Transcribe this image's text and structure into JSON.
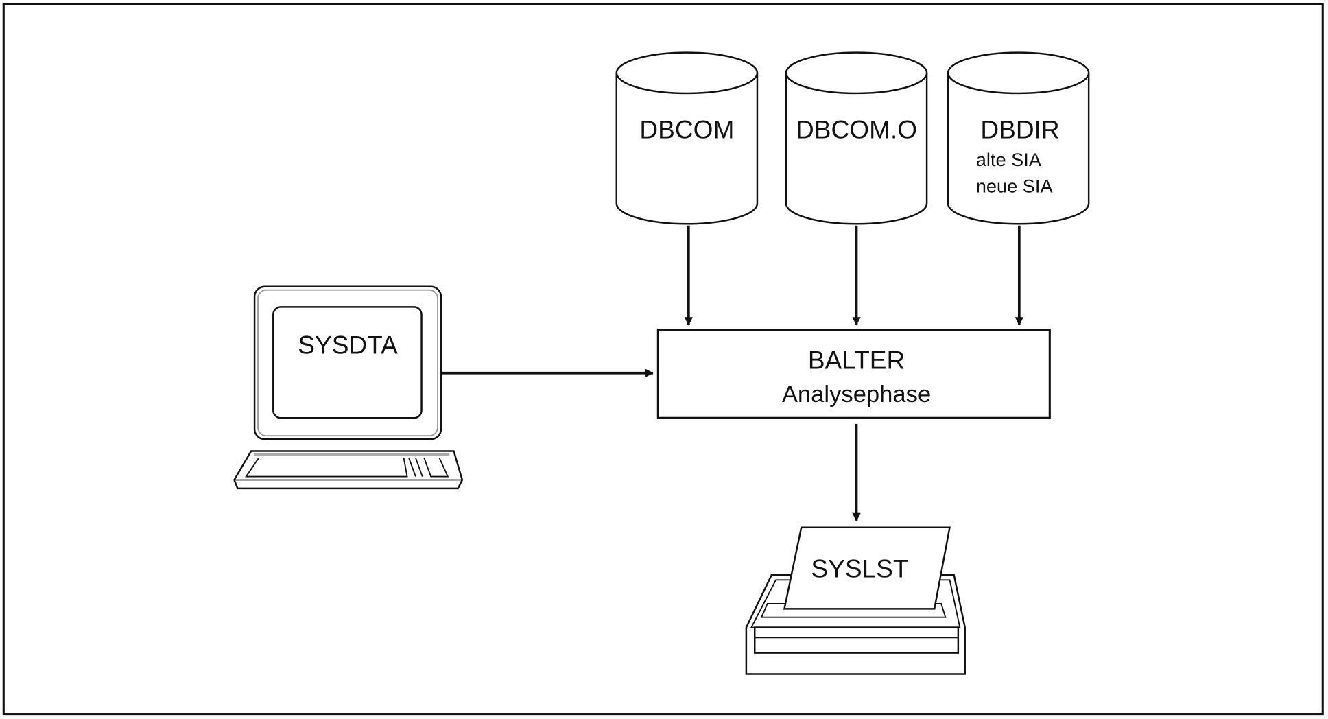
{
  "diagram": {
    "databases": [
      {
        "id": "dbcom",
        "label": "DBCOM",
        "sublines": []
      },
      {
        "id": "dbcom-o",
        "label": "DBCOM.O",
        "sublines": []
      },
      {
        "id": "dbdir",
        "label": "DBDIR",
        "sublines": [
          "alte SIA",
          "neue SIA"
        ]
      }
    ],
    "process": {
      "title": "BALTER",
      "subtitle": "Analysephase"
    },
    "input": {
      "label": "SYSDTA",
      "icon": "terminal-icon"
    },
    "output": {
      "label": "SYSLST",
      "icon": "printer-icon"
    },
    "edges": [
      {
        "from": "DBCOM",
        "to": "BALTER"
      },
      {
        "from": "DBCOM.O",
        "to": "BALTER"
      },
      {
        "from": "DBDIR",
        "to": "BALTER"
      },
      {
        "from": "SYSDTA",
        "to": "BALTER"
      },
      {
        "from": "BALTER",
        "to": "SYSLST"
      }
    ]
  }
}
